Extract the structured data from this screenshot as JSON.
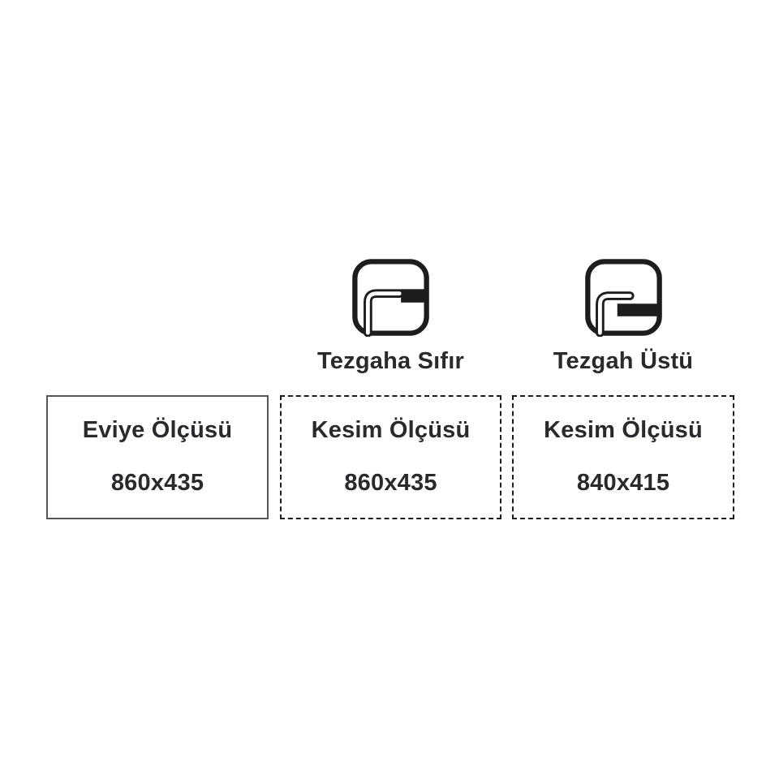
{
  "page": {
    "background": "#ffffff"
  },
  "mounts": [
    {
      "label": "Tezgaha Sıfır",
      "icon": "flush-mount-sink-icon"
    },
    {
      "label": "Tezgah Üstü",
      "icon": "overmount-sink-icon"
    }
  ],
  "boxes": [
    {
      "title": "Eviye Ölçüsü",
      "value": "860x435",
      "border_style": "solid"
    },
    {
      "title": "Kesim Ölçüsü",
      "value": "860x435",
      "border_style": "dashed"
    },
    {
      "title": "Kesim Ölçüsü",
      "value": "840x415",
      "border_style": "dashed"
    }
  ],
  "colors": {
    "text": "#2a2a2e",
    "icon": "#1d1d1f",
    "solid_border": "#565656",
    "dashed_border": "#1d1d1f"
  }
}
